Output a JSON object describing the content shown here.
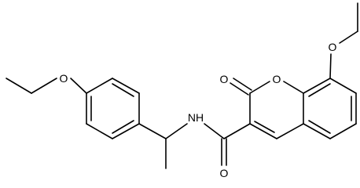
{
  "structure": {
    "atom_labels": {
      "o_ether_left": "O",
      "nh": "NH",
      "o_carbonyl_amide": "O",
      "o_carbonyl_lactone": "O",
      "o_ring": "O",
      "o_ether_right": "O"
    },
    "colors": {
      "background": "#ffffff",
      "bond": "#000000",
      "label": "#000000"
    }
  }
}
